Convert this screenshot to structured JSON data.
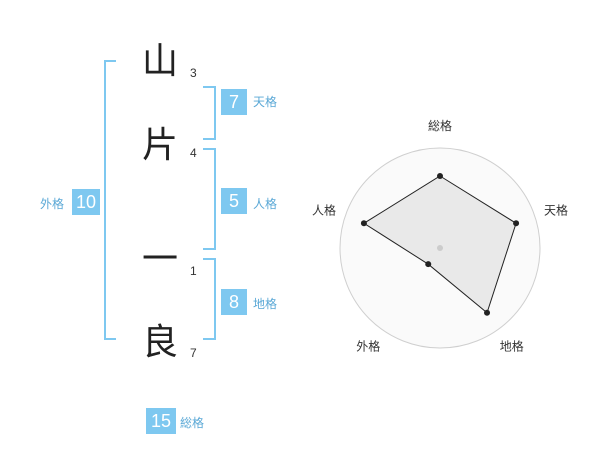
{
  "name_chars": [
    {
      "char": "山",
      "strokes": "3"
    },
    {
      "char": "片",
      "strokes": "4"
    },
    {
      "char": "一",
      "strokes": "1"
    },
    {
      "char": "良",
      "strokes": "7"
    }
  ],
  "fortunes": {
    "tenkaku": {
      "value": "7",
      "label": "天格"
    },
    "jinkaku": {
      "value": "5",
      "label": "人格"
    },
    "chikaku": {
      "value": "8",
      "label": "地格"
    },
    "gaikaku": {
      "value": "10",
      "label": "外格"
    },
    "soukaku": {
      "value": "15",
      "label": "総格"
    }
  },
  "colors": {
    "accent": "#7ec8f0",
    "accent_text": "#5aa8d6"
  },
  "chart_data": {
    "type": "radar",
    "axes": [
      "総格",
      "天格",
      "地格",
      "外格",
      "人格"
    ],
    "values": [
      0.72,
      0.8,
      0.8,
      0.2,
      0.8
    ],
    "rings": 5
  }
}
